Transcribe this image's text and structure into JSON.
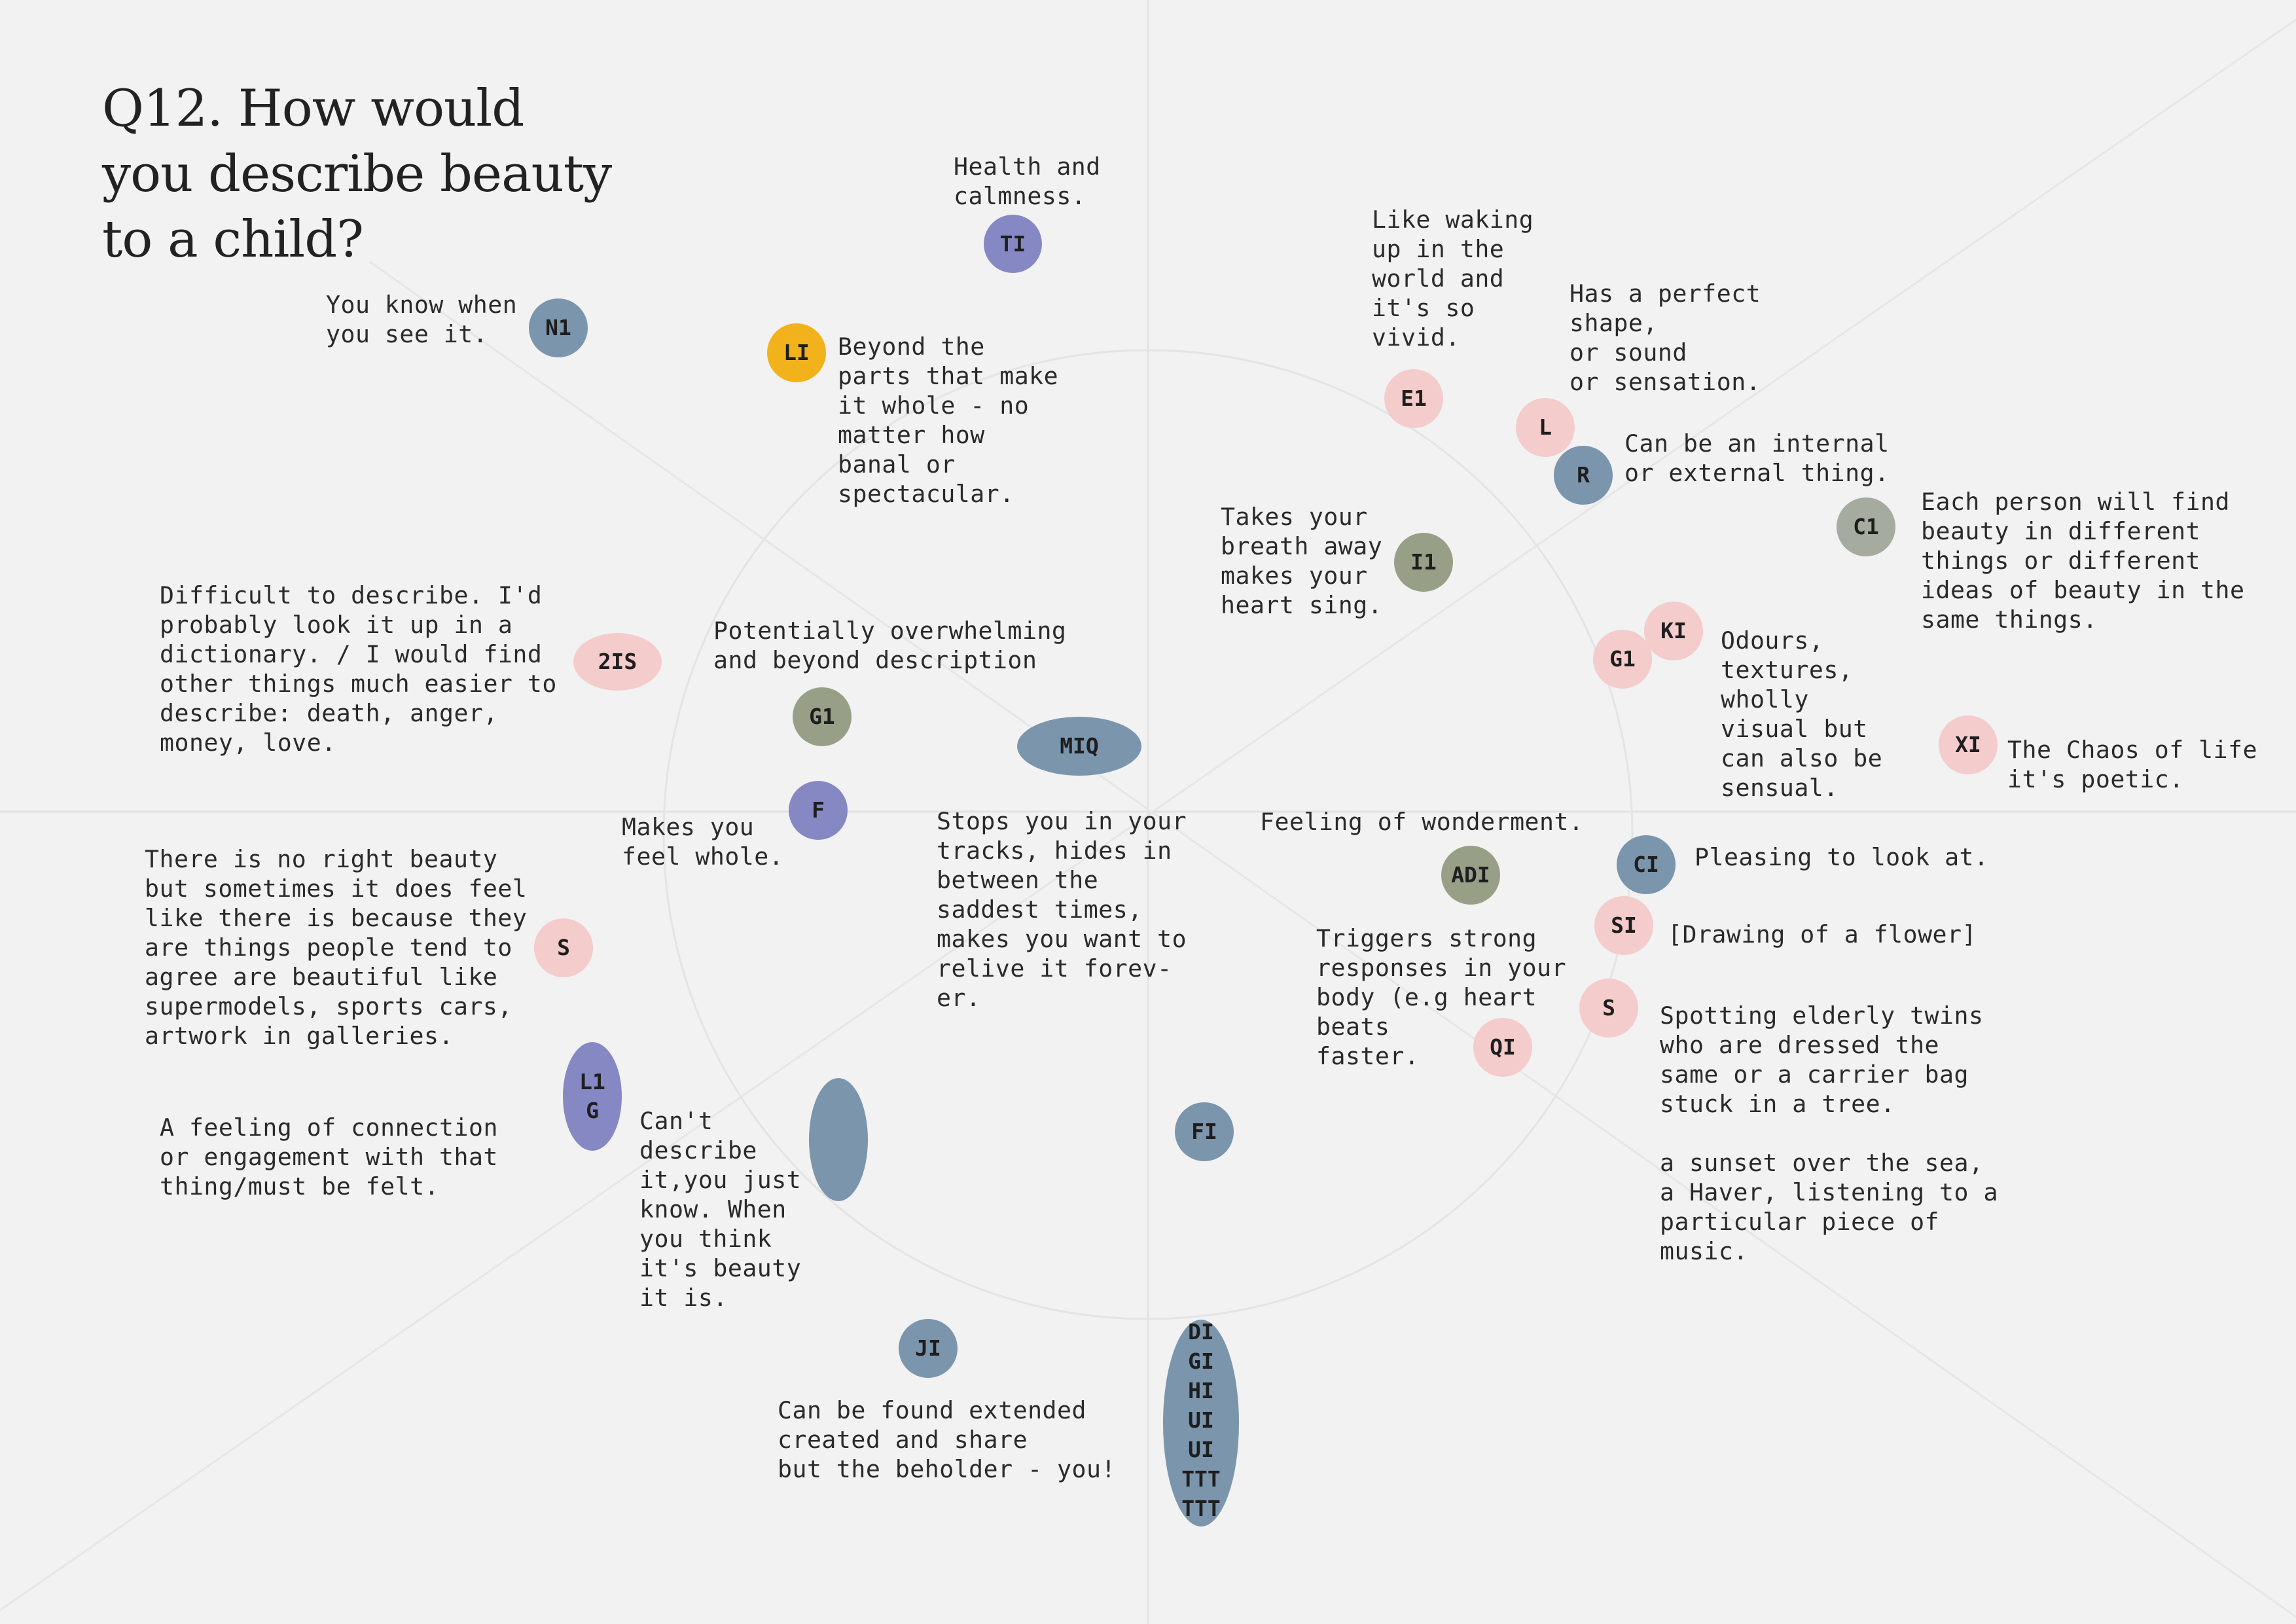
{
  "title": "Q12. How would you describe beauty to a child?",
  "colors": {
    "background": "#f2f2f2",
    "blue": "#7b95ad",
    "pink": "#f4cccb",
    "purple": "#8688c4",
    "olive": "#97a087",
    "yellow": "#f1b21b",
    "sage": "#a6ab9f",
    "guide_lines": "#e2e2e2"
  },
  "markers": {
    "ti": "TI",
    "n1": "N1",
    "li": "LI",
    "e1": "E1",
    "l": "L",
    "r": "R",
    "c1": "C1",
    "i1": "I1",
    "ki": "KI",
    "g1_right": "G1",
    "two_is": "2IS",
    "g1_center": "G1",
    "miq": "MIQ",
    "xi": "XI",
    "f": "F",
    "ci": "CI",
    "adi": "ADI",
    "si": "SI",
    "s_left": "S",
    "s_right": "S",
    "qi": "QI",
    "l1g": "L1\nG",
    "oval_blank": "",
    "fi": "FI",
    "ji": "JI",
    "stack": "DI\nGI\nHI\nUI\nUI\nTTT\nTTT"
  },
  "responses": {
    "health": "Health and\ncalmness.",
    "know_when": "You know when\nyou see it.",
    "beyond_parts": "Beyond the\nparts that make\nit whole - no\nmatter how\nbanal or\nspectacular.",
    "waking_up": "Like waking\nup in the\nworld and\nit's so\nvivid.",
    "perfect_shape": "Has a perfect\nshape,\nor sound\nor sensation.",
    "internal_external": "Can be an internal\nor external thing.",
    "each_person": "Each person will find\nbeauty in different\nthings or different\nideas of beauty in the\nsame things.",
    "breath_away": "Takes your\nbreath away\nmakes your\nheart sing.",
    "difficult": "Difficult to describe. I'd\nprobably look it up in a\ndictionary. / I would find\nother things much easier to\ndescribe: death, anger,\nmoney, love.",
    "overwhelming": "Potentially overwhelming\nand beyond description",
    "odours": "Odours,\ntextures,\nwholly\nvisual but\ncan also be\nsensual.",
    "chaos": "The Chaos of life\nit's poetic.",
    "whole": "Makes you\nfeel whole.",
    "stops_you": "Stops you in your\ntracks, hides in\nbetween the\nsaddest times,\nmakes you want to\nrelive it forev-\ner.",
    "wonderment": "Feeling of wonderment.",
    "pleasing": "Pleasing to look at.",
    "no_right": "There is no right beauty\nbut sometimes it does feel\nlike there is because they\nare things people tend to\nagree are beautiful like\nsupermodels, sports cars,\nartwork in galleries.",
    "flower": "[Drawing of a flower]",
    "triggers": "Triggers strong\nresponses in your\nbody (e.g heart\nbeats\nfaster.",
    "elderly_twins": "Spotting elderly twins\nwho are dressed the\nsame or a carrier bag\nstuck in a tree.\n\na sunset over the sea,\na Haver, listening to a\nparticular piece of\nmusic.",
    "connection": "A feeling of connection\nor engagement with that\nthing/must be felt.",
    "cant_describe": "Can't\ndescribe\nit,you just\nknow. When\nyou think\nit's beauty\nit is.",
    "found_extended": "Can be found extended\ncreated and share\nbut the beholder - you!"
  }
}
